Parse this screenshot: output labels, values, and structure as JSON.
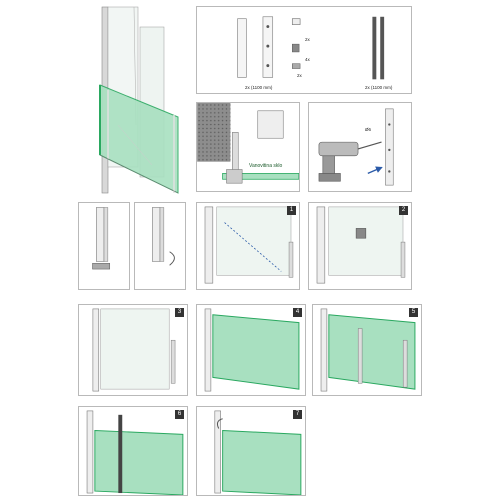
{
  "sheet": {
    "parts": {
      "label_profile_pair": "2x (1100 mm)",
      "label_clip": "2x",
      "label_screw": "4x",
      "label_end_cap": "2x",
      "label_strip": "2x (1100 mm)"
    },
    "wall_detail": {
      "label_glass": "Vanovitina sklo"
    },
    "drill_detail": {
      "label_drill": "Ø6"
    },
    "steps": [
      "1",
      "2",
      "3",
      "4",
      "5",
      "6",
      "7"
    ]
  },
  "colors": {
    "glass": "#a8e0c0",
    "glass_edge": "#2aa860",
    "metal": "#c8c8c8",
    "arrow": "#2a5aa8"
  }
}
